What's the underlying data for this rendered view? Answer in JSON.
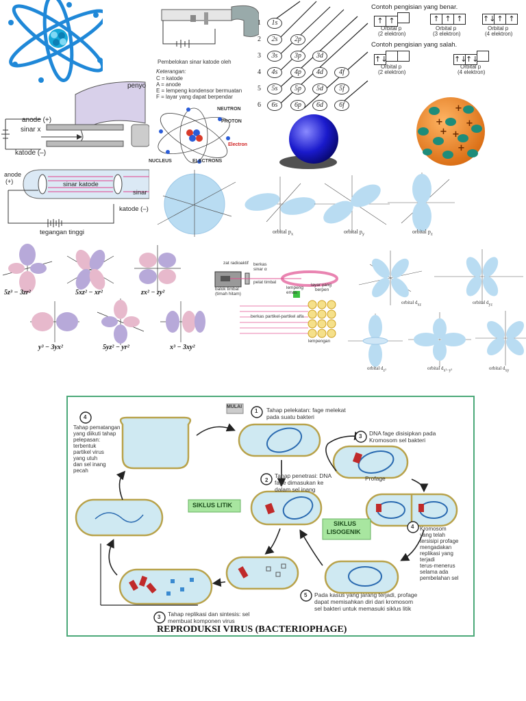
{
  "atom_panel": {
    "neutron": "NEUTRON",
    "proton": "PROTON",
    "electron": "Electron",
    "nucleus": "NUCLEUS",
    "electrons": "ELECTRONS"
  },
  "cathode_bend": {
    "caption": "Pembelokan sinar katode oleh",
    "legend_title": "Keterangan:",
    "legend": [
      "C  =  katode",
      "A  =  anode",
      "E  =  lempeng kondensor bermuatan",
      "F  =  layar yang dapat berpendar"
    ]
  },
  "xray": {
    "anode": "anode (+)",
    "sinar": "sinar x",
    "katode": "katode (–)",
    "penyo": "penyo"
  },
  "crt": {
    "anode": "anode",
    "anode_sign": "(+)",
    "sinar_katode": "sinar katode",
    "sinar2": "sinar",
    "katode": "katode (–)",
    "tegangan": "tegangan tinggi"
  },
  "aufbau": {
    "rows": [
      {
        "n": "1",
        "orbitals": [
          "1s"
        ]
      },
      {
        "n": "2",
        "orbitals": [
          "2s",
          "2p"
        ]
      },
      {
        "n": "3",
        "orbitals": [
          "3s",
          "3p",
          "3d"
        ]
      },
      {
        "n": "4",
        "orbitals": [
          "4s",
          "4p",
          "4d",
          "4f"
        ]
      },
      {
        "n": "5",
        "orbitals": [
          "5s",
          "5p",
          "5d",
          "5f"
        ]
      },
      {
        "n": "6",
        "orbitals": [
          "6s",
          "6p",
          "6d",
          "6f"
        ]
      }
    ]
  },
  "pengisian": {
    "benar_title": "Contoh pengisian yang benar.",
    "salah_title": "Contoh pengisian yang salah.",
    "benar": [
      {
        "boxes": [
          "↑",
          "↑",
          ""
        ],
        "label": "Orbital p",
        "sub": "(2 elektron)"
      },
      {
        "boxes": [
          "↑",
          "↑",
          "↑"
        ],
        "label": "Orbital p",
        "sub": "(3 elektron)"
      },
      {
        "boxes": [
          "↑↓",
          "↑",
          "↑"
        ],
        "label": "Orbital p",
        "sub": "(4 elektron)"
      }
    ],
    "salah": [
      {
        "boxes": [
          "↑↓",
          "",
          ""
        ],
        "label": "Orbital p",
        "sub": "(2 elektron)"
      },
      {
        "boxes": [
          "↑↓",
          "↑↓",
          ""
        ],
        "label": "Orbital p",
        "sub": "(4 elektron)"
      }
    ]
  },
  "p_orbitals": {
    "labels": [
      "orbital p",
      "orbital p",
      "orbital p"
    ],
    "subs": [
      "x",
      "y",
      "z"
    ]
  },
  "f_orbitals": {
    "formulas": [
      "5z³ − 3zr²",
      "5xz² − xr²",
      "zx² − zy²",
      "y³ − 3yx²",
      "5yz² − yr²",
      "x³ − 3xy²"
    ]
  },
  "rutherford": {
    "zat": "zat radioaktif",
    "berkas": "berkas",
    "sinar": "sinar α",
    "pelat": "pelat timbal",
    "balok": "balok timbal",
    "timah": "(timah hitam)",
    "lempeng": "lempeng",
    "emas": "emas",
    "layar": "layar yang",
    "berpen": "berpen",
    "partikel": "berkas partikel-partikel alfa",
    "lempengan": "lempengan"
  },
  "d_orbitals": {
    "labels": [
      "orbital d",
      "orbital d",
      "orbital d",
      "orbital d",
      "orbital d"
    ],
    "subs": [
      "xz",
      "yz",
      "z²",
      "x²−y²",
      "xy"
    ]
  },
  "virus": {
    "mulai": "MULAI",
    "step1": [
      "Tahap pelekatan: fage melekat",
      "pada suatu bakteri"
    ],
    "step2": [
      "Tahap penetrasi: DNA",
      "fage dimasukan ke",
      "dalam sel inang"
    ],
    "step3a": [
      "DNA fage disisipkan pada",
      "Kromosom sel bakteri"
    ],
    "profage": "Profage",
    "step4a": [
      "Kromosom",
      "yang telah",
      "tersisipi profage",
      "mengadakan",
      "replikasi yang",
      "terjadi",
      "terus-menerus",
      "selama ada",
      "pembelahan sel"
    ],
    "step5": [
      "Pada kasus yang jarang terjadi, profage",
      "dapat memisahkan diri dari kromosom",
      "sel bakteri untuk memasuki siklus litik"
    ],
    "step3b": [
      "Tahap replikasi dan sintesis: sel",
      "membuat komponen virus"
    ],
    "step4b": [
      "Tahap pematangan",
      "yang diikuti tahap",
      "pelepasan:",
      "terbentuk",
      "partikel virus",
      "yang utuh",
      "dan sel inang",
      "pecah"
    ],
    "litik": "SIKLUS LITIK",
    "lisogenik1": "SIKLUS",
    "lisogenik2": "LISOGENIK",
    "nums": [
      "1",
      "2",
      "3",
      "4",
      "5",
      "3",
      "4"
    ],
    "title": "REPRODUKSI VIRUS (BACTERIOPHAGE)"
  },
  "colors": {
    "cell_fill": "#cfe9f2",
    "cell_border": "#b8a24a",
    "orbital_blue": "#b9dcf2",
    "lobe_pink": "#e7b9cc",
    "lobe_purple": "#b7a9d9",
    "sphere_blue": "#1a1acc",
    "nucleus_orange": "#f08a2a",
    "proton_teal": "#1e8c7a",
    "label_green": "#a8e6a0"
  }
}
